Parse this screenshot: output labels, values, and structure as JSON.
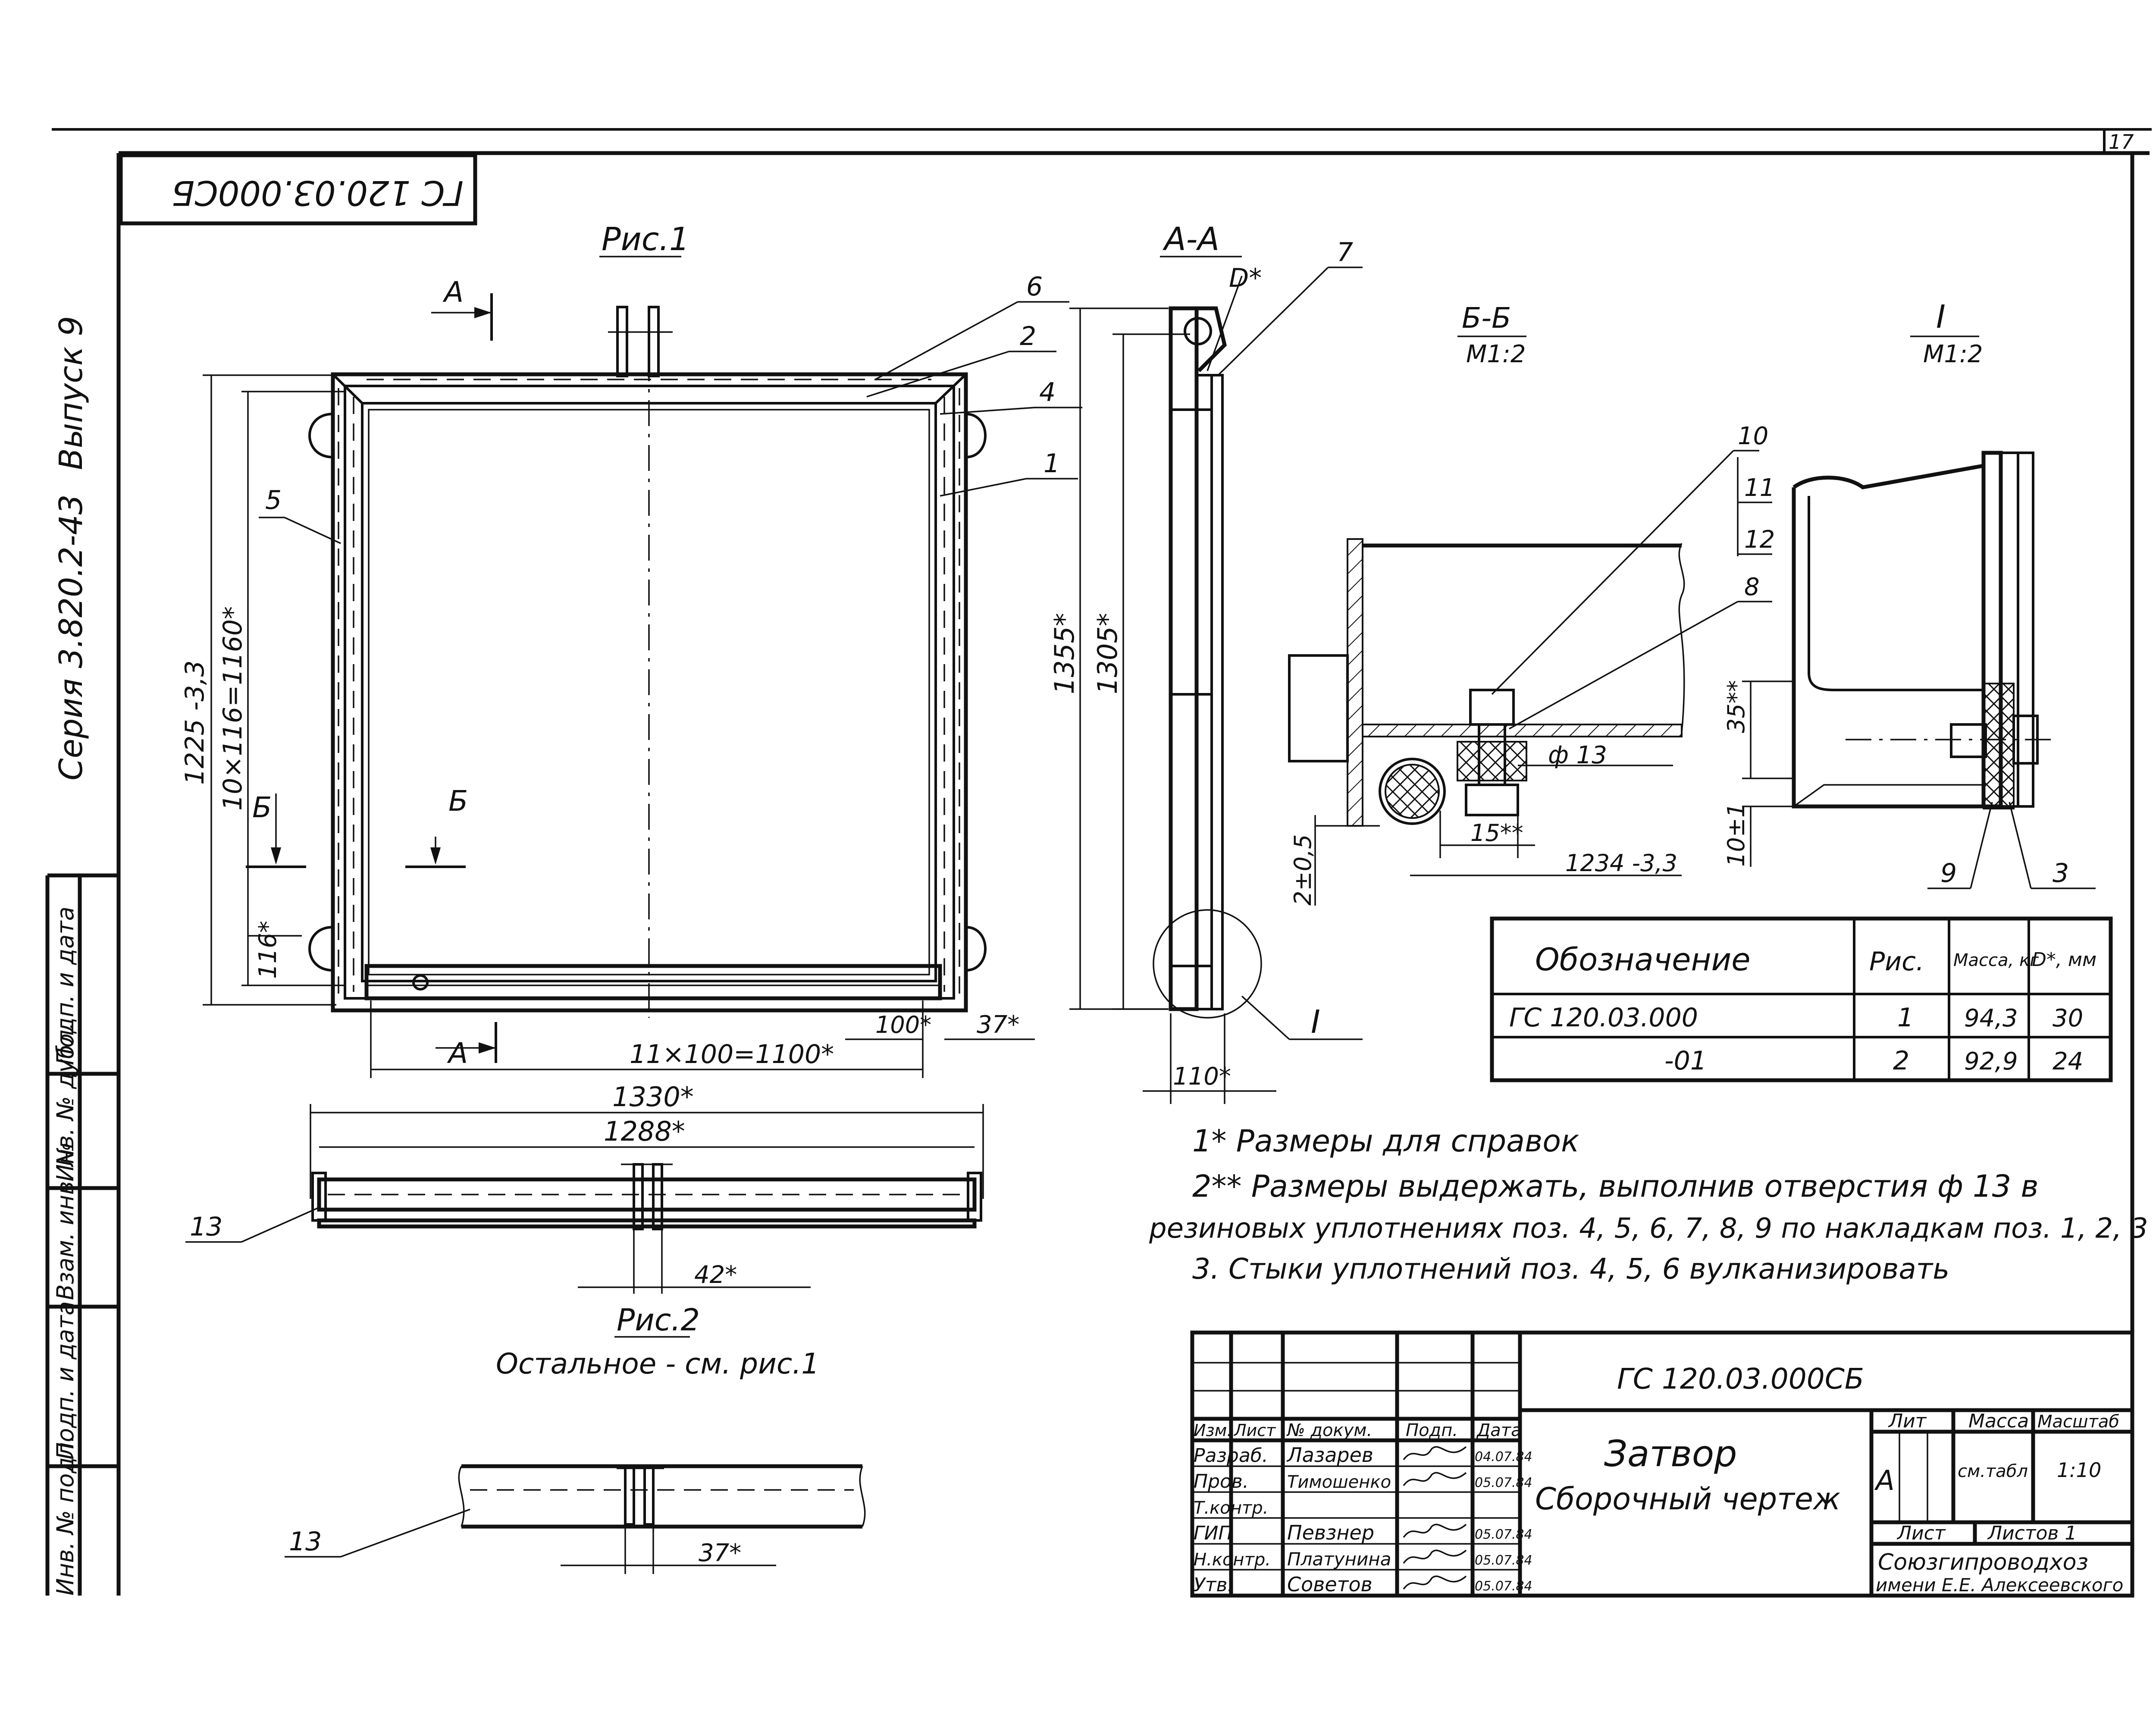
{
  "sheet": {
    "page_number": "17"
  },
  "stamp_code_rotated": "ГС 120.03.000СБ",
  "side_margin": {
    "series": "Серия 3.820.2-43",
    "issue": "Выпуск 9",
    "cells": [
      "Подп. и дата",
      "Инв. № дубл.",
      "Взам. инв. №",
      "Подп. и дата",
      "Инв. № подл."
    ]
  },
  "views": {
    "fig1_title": "Рис.1",
    "section_aa_title": "А-А",
    "section_bb_title": "Б-Б",
    "section_bb_scale": "М1:2",
    "detail_1_title": "I",
    "detail_1_scale": "М1:2",
    "fig2_title": "Рис.2",
    "fig2_note": "Остальное - см. рис.1",
    "cut_a": "А",
    "cut_b": "Б",
    "detail_ref": "I"
  },
  "dimensions": {
    "d1225": "1225 -3,3",
    "d1160": "10×116=1160*",
    "d116": "116*",
    "d1100": "11×100=1100*",
    "d100": "100*",
    "d37": "37*",
    "d1355": "1355*",
    "d1305": "1305*",
    "d110": "110*",
    "dD": "D*",
    "d1330": "1330*",
    "d1288": "1288*",
    "d42": "42*",
    "d37b": "37*",
    "d35": "35**",
    "d10": "10±1",
    "d2": "2±0,5",
    "d15": "15**",
    "d1234": "1234 -3,3",
    "dphi": "ф 13"
  },
  "positions": {
    "p1": "1",
    "p2": "2",
    "p3": "3",
    "p4": "4",
    "p5": "5",
    "p6": "6",
    "p7": "7",
    "p8": "8",
    "p9": "9",
    "p10": "10",
    "p11": "11",
    "p12": "12",
    "p13": "13",
    "p13b": "13"
  },
  "table": {
    "headers": [
      "Обозначение",
      "Рис.",
      "Масса, кг",
      "D*, мм"
    ],
    "rows": [
      [
        "ГС 120.03.000",
        "1",
        "94,3",
        "30"
      ],
      [
        "-01",
        "2",
        "92,9",
        "24"
      ]
    ]
  },
  "notes": [
    "1* Размеры для справок",
    "2** Размеры выдержать, выполнив отверстия ф 13 в",
    "резиновых уплотнениях поз. 4, 5, 6, 7, 8, 9 по накладкам поз. 1, 2, 3",
    "3. Стыки уплотнений поз. 4, 5, 6 вулканизировать"
  ],
  "title_block": {
    "document_code": "ГС 120.03.000СБ",
    "name_line1": "Затвор",
    "name_line2": "Сборочный чертеж",
    "col_headers": [
      "Изм.",
      "Лист",
      "№ докум.",
      "Подп.",
      "Дата"
    ],
    "roles": [
      {
        "role": "Разраб.",
        "name": "Лазарев",
        "date": "04.07.84"
      },
      {
        "role": "Пров.",
        "name": "Тимошенко",
        "date": "05.07.84"
      },
      {
        "role": "Т.контр.",
        "name": "",
        "date": ""
      },
      {
        "role": "ГИП",
        "name": "Певзнер",
        "date": "05.07.84"
      },
      {
        "role": "Н.контр.",
        "name": "Платунина",
        "date": "05.07.84"
      },
      {
        "role": "Утв.",
        "name": "Советов",
        "date": "05.07.84"
      }
    ],
    "lit_label": "Лит",
    "mass_label": "Масса",
    "scale_label": "Масштаб",
    "lit_value": "А",
    "mass_value": "см.табл",
    "scale_value": "1:10",
    "sheet_label": "Лист",
    "sheets_label": "Листов 1",
    "org_line1": "Союзгипроводхоз",
    "org_line2": "имени Е.Е. Алексеевского"
  }
}
